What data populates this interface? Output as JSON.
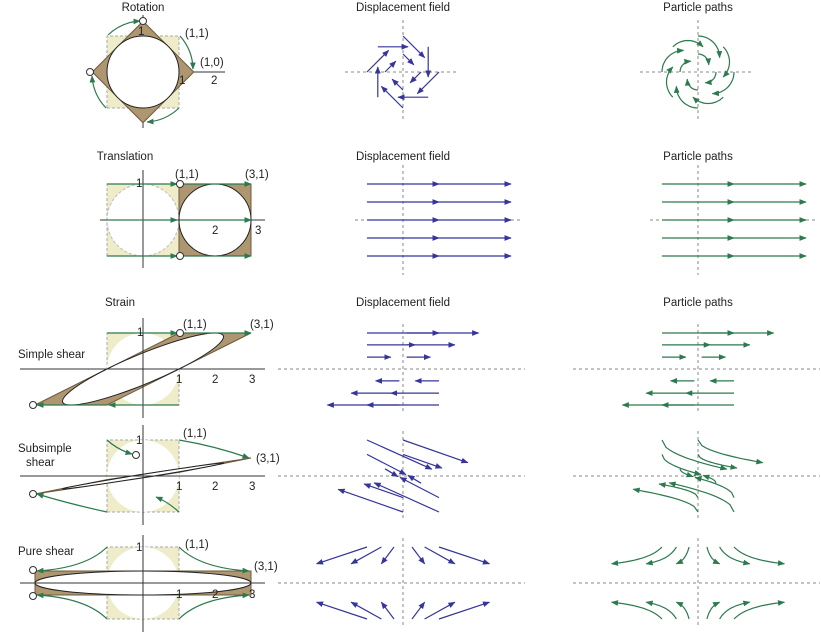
{
  "titles": {
    "rotation": "Rotation",
    "translation": "Translation",
    "strain": "Strain",
    "displacement_field": "Displacement field",
    "particle_paths": "Particle paths"
  },
  "strain_types": {
    "simple": "Simple shear",
    "subsimple_line1": "Subsimple",
    "subsimple_line2": "shear",
    "pure": "Pure shear"
  },
  "labels": {
    "p11": "(1,1)",
    "p10": "(1,0)",
    "p31": "(3,1)"
  },
  "ticks": {
    "one": "1",
    "two": "2",
    "three": "3"
  },
  "colors": {
    "undeformed_fill": "#efecc9",
    "deformed_fill": "#ae9670",
    "particle_arrow": "#2c7a4d",
    "displacement_arrow": "#35359a"
  }
}
